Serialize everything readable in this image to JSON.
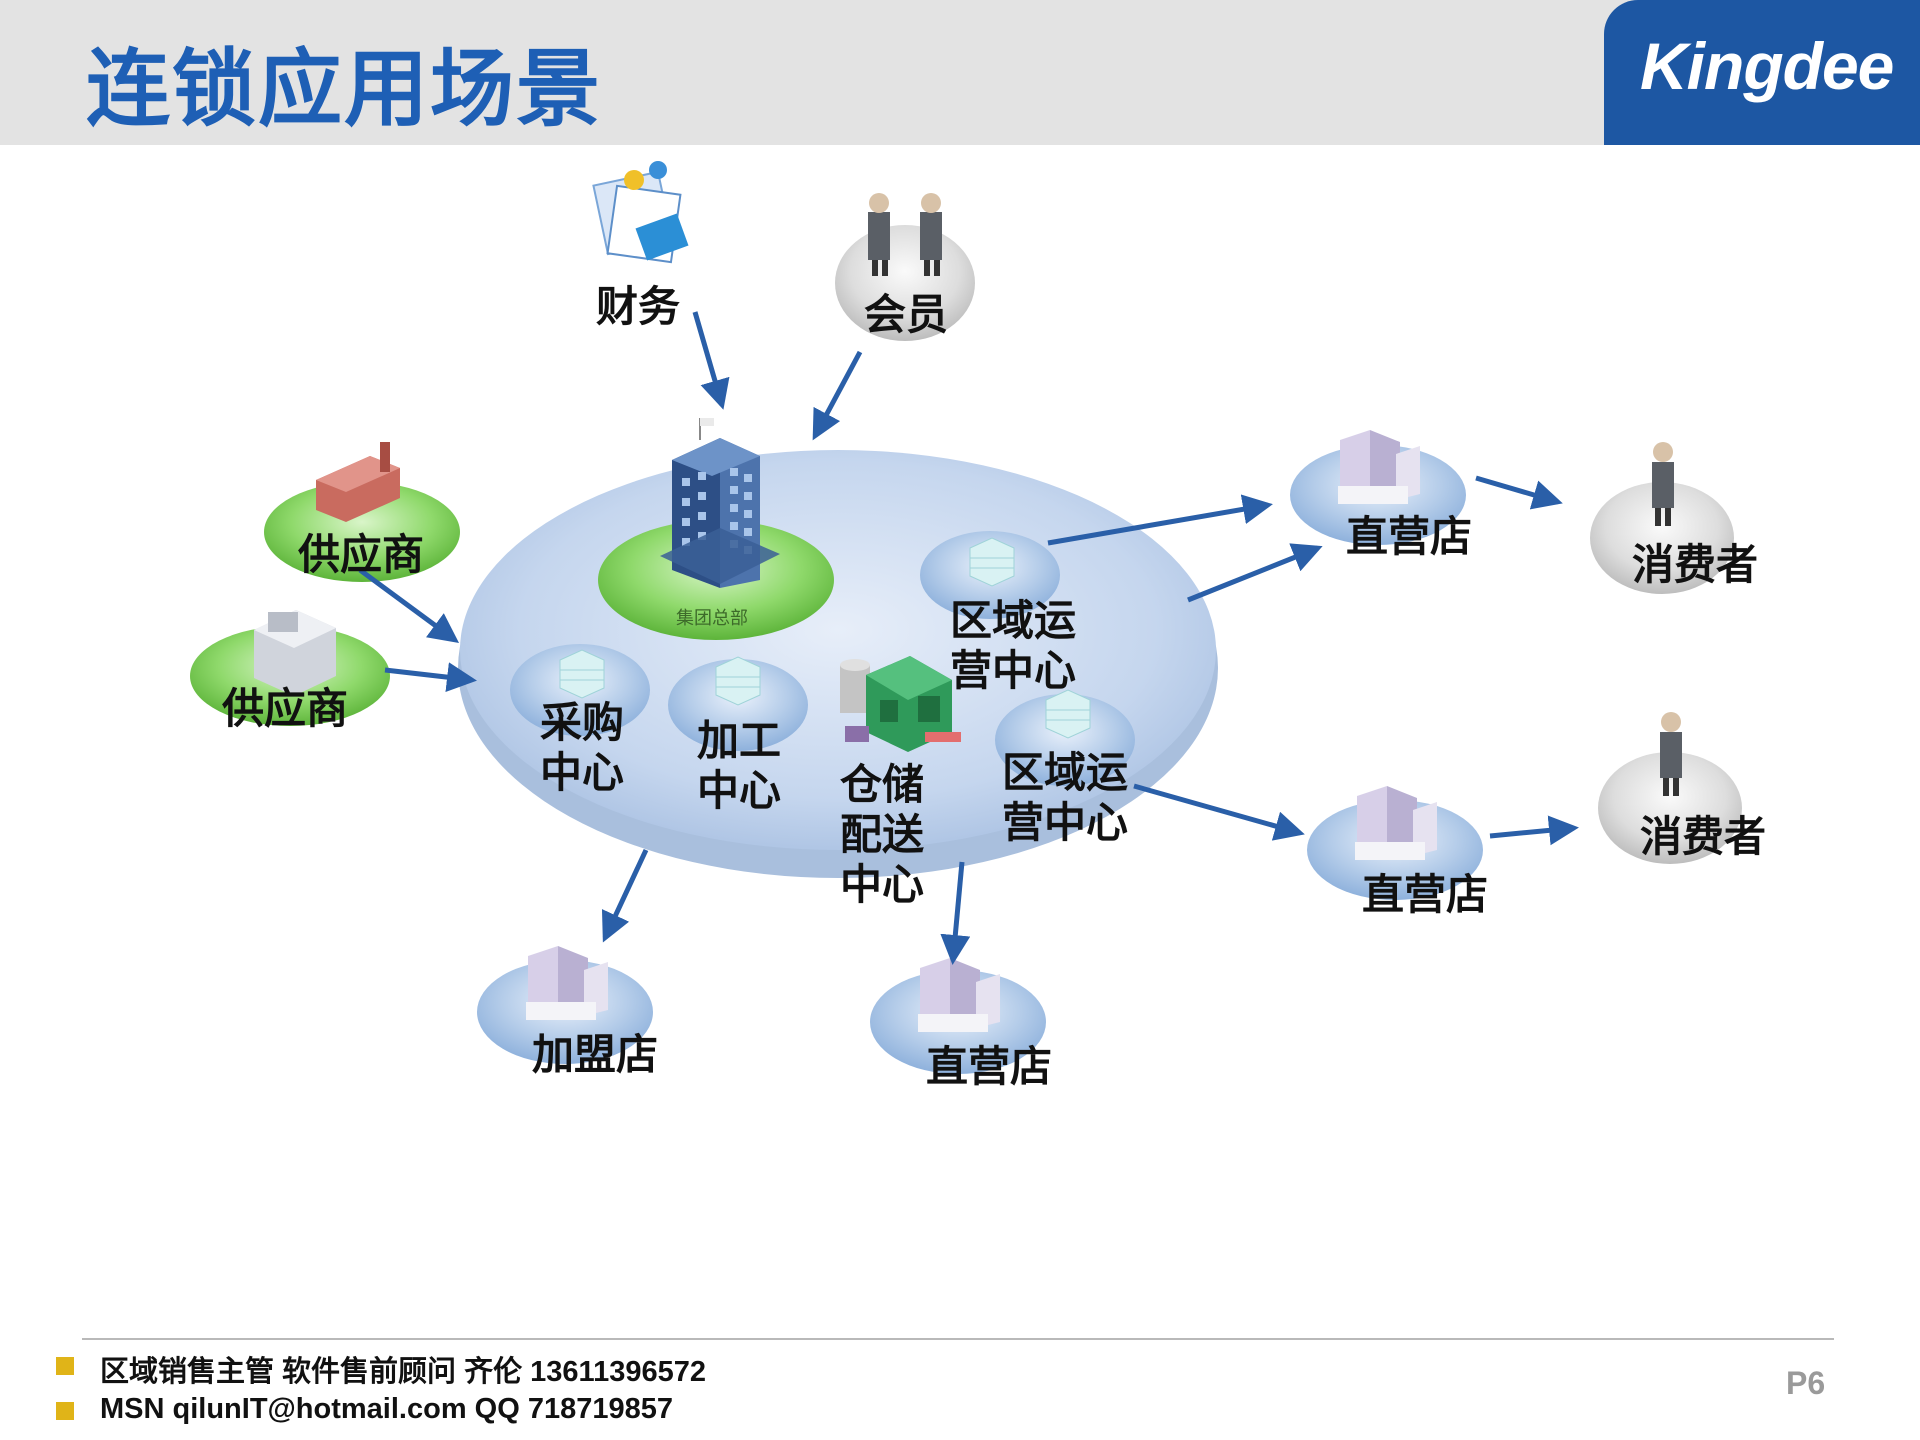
{
  "header": {
    "title": "连锁应用场景",
    "logo": "Kingdee"
  },
  "nodes": {
    "finance": "财务",
    "member": "会员",
    "supplier_top": "供应商",
    "supplier_bottom": "供应商",
    "hq": "集团总部",
    "purchase": [
      "采购",
      "中心"
    ],
    "processing": [
      "加工",
      "中心"
    ],
    "warehouse": [
      "仓储",
      "配送",
      "中心"
    ],
    "regional_top": [
      "区域运",
      "营中心"
    ],
    "regional_bottom": [
      "区域运",
      "营中心"
    ],
    "store_right_top": "直营店",
    "store_right_bottom": "直营店",
    "store_bottom": "直营店",
    "franchise": "加盟店",
    "consumer_top": "消费者",
    "consumer_bottom": "消费者"
  },
  "footer": {
    "line1": "区域销售主管 软件售前顾问 齐伦  13611396572",
    "line2": "MSN qilunIT@hotmail.com  QQ  718719857",
    "page": "P6"
  },
  "colors": {
    "title": "#1e5fb5",
    "logo_bg": "#1d57a3",
    "bullet": "#e0b418",
    "arrow": "#2a5fa8"
  },
  "icons": [
    "finance-documents-icon",
    "members-icon",
    "headquarters-building-icon",
    "factory-icon",
    "office-icon",
    "server-icon",
    "warehouse-icon",
    "store-building-icon",
    "consumer-person-icon"
  ]
}
